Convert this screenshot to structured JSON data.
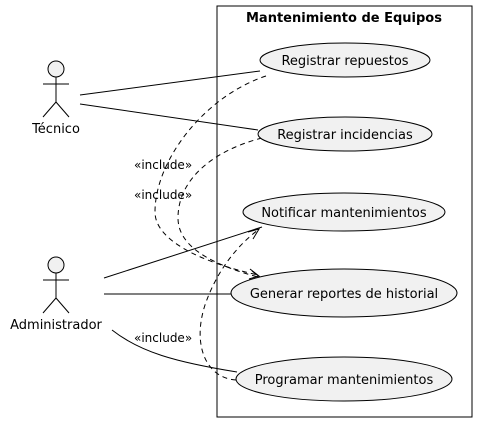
{
  "diagram": {
    "system_title": "Mantenimiento de Equipos",
    "actors": [
      {
        "id": "tecnico",
        "label": "Técnico"
      },
      {
        "id": "administrador",
        "label": "Administrador"
      }
    ],
    "use_cases": [
      {
        "id": "registrar-repuestos",
        "label": "Registrar repuestos"
      },
      {
        "id": "registrar-incidencias",
        "label": "Registrar incidencias"
      },
      {
        "id": "notificar-mantenimientos",
        "label": "Notificar mantenimientos"
      },
      {
        "id": "generar-reportes",
        "label": "Generar reportes de historial"
      },
      {
        "id": "programar-mantenimientos",
        "label": "Programar mantenimientos"
      }
    ],
    "associations": [
      {
        "actor": "tecnico",
        "use_case": "registrar-repuestos"
      },
      {
        "actor": "tecnico",
        "use_case": "registrar-incidencias"
      },
      {
        "actor": "administrador",
        "use_case": "notificar-mantenimientos"
      },
      {
        "actor": "administrador",
        "use_case": "generar-reportes"
      },
      {
        "actor": "administrador",
        "use_case": "programar-mantenimientos"
      }
    ],
    "includes": [
      {
        "from": "registrar-repuestos",
        "to": "generar-reportes",
        "label": "«include»"
      },
      {
        "from": "registrar-incidencias",
        "to": "generar-reportes",
        "label": "«include»"
      },
      {
        "from": "programar-mantenimientos",
        "to": "notificar-mantenimientos",
        "label": "«include»"
      }
    ],
    "colors": {
      "usecase_fill": "#f1f1f1",
      "line": "#000000",
      "background": "#ffffff"
    }
  }
}
